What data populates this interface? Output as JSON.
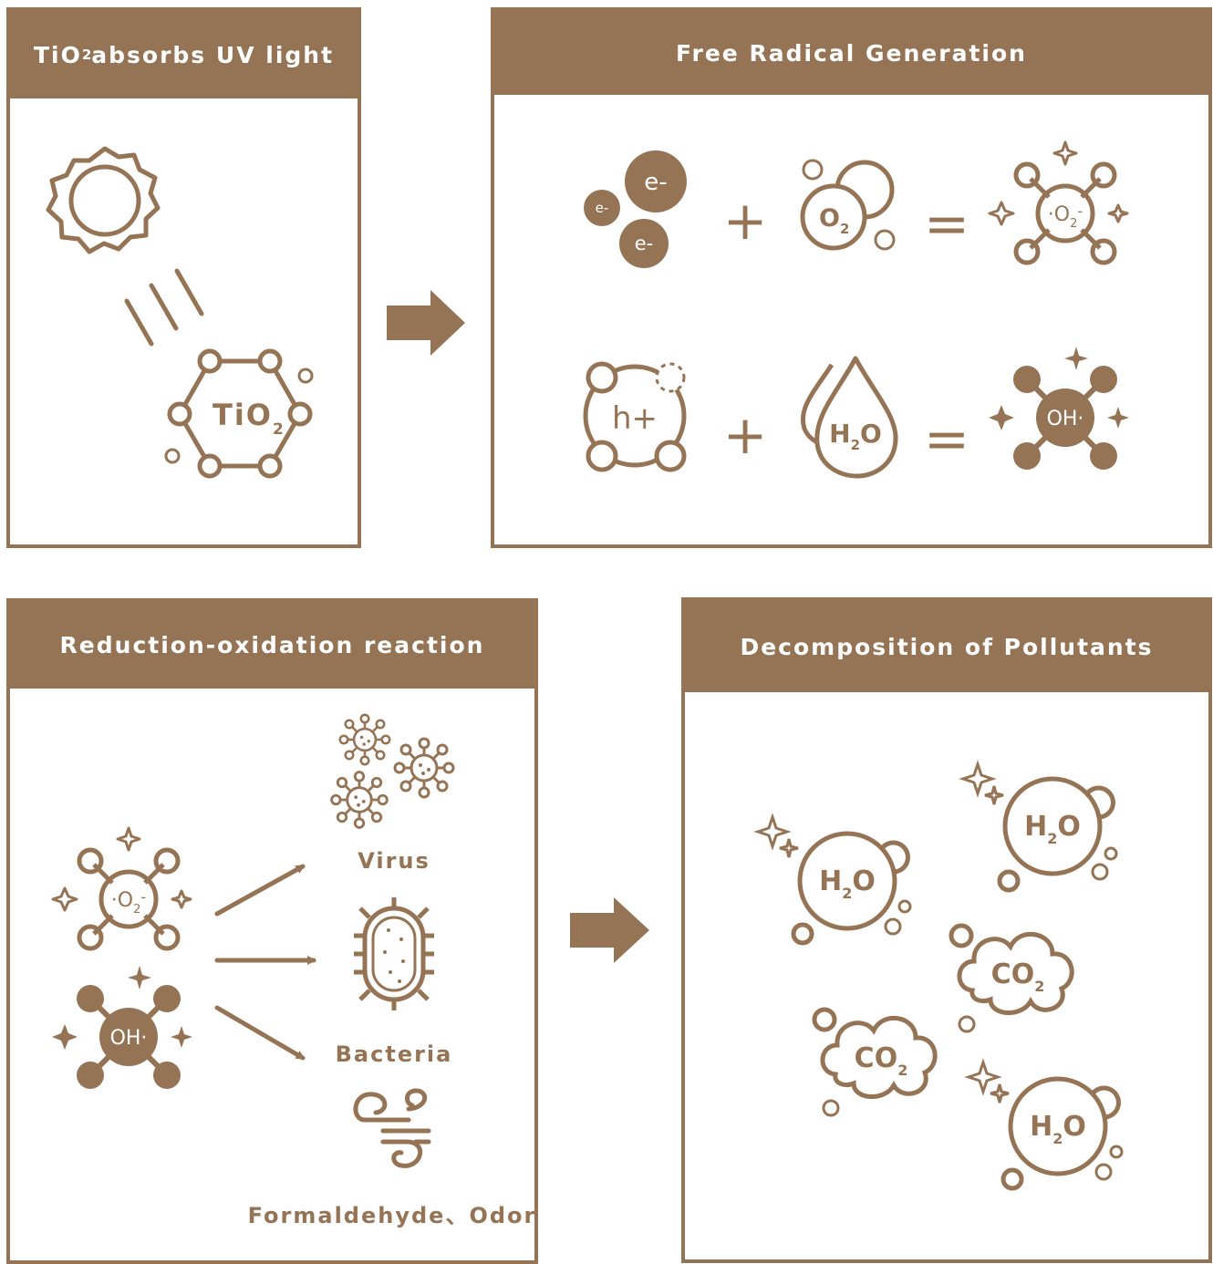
{
  "panels": {
    "p1": {
      "title_prefix": "TiO",
      "title_sub": "2",
      "title_suffix": " absorbs UV light"
    },
    "p2": {
      "title": "Free Radical Generation"
    },
    "p3": {
      "title": "Reduction-oxidation reaction"
    },
    "p4": {
      "title": "Decomposition of Pollutants"
    }
  },
  "symbols": {
    "electron": "e-",
    "tio2": {
      "base": "TiO",
      "sub": "2"
    },
    "o2": {
      "base": "O",
      "sub": "2"
    },
    "superoxide": {
      "dot": "·",
      "base": "O",
      "sub": "2",
      "charge": "-"
    },
    "hole": "h+",
    "water": {
      "base": "H",
      "sub": "2",
      "tail": "O"
    },
    "hydroxyl": "OH·",
    "co2": {
      "base": "CO",
      "sub": "2"
    },
    "plus": "+",
    "equals": "="
  },
  "targets": {
    "virus": "Virus",
    "bacteria": "Bacteria",
    "formaldehyde": "Formaldehyde、Odor"
  },
  "colors": {
    "brown": "#957456",
    "white": "#ffffff"
  }
}
